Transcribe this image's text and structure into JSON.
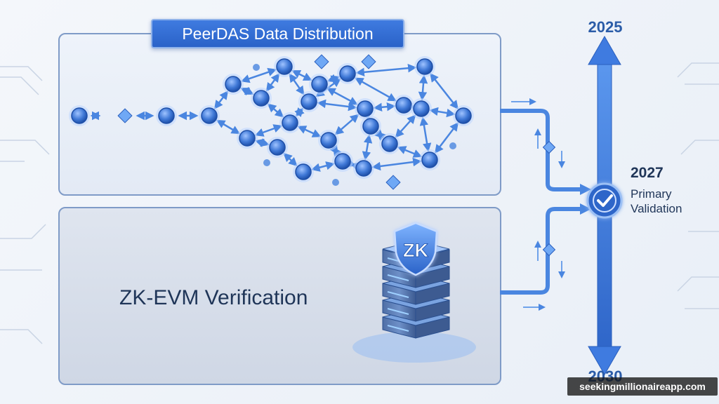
{
  "diagram": {
    "top_panel_title": "PeerDAS Data Distribution",
    "bottom_panel_title": "ZK-EVM Verification",
    "shield_text": "ZK",
    "timeline": {
      "start_year": "2025",
      "mid_year": "2027",
      "mid_label": "Primary Validation",
      "end_year": "2030"
    },
    "watermark": "seekingmillionaireapp.com",
    "colors": {
      "accent": "#2a62c8",
      "node": "#3f78d6",
      "arrow": "#4a86e0",
      "text_dark": "#1f3558"
    },
    "icons": [
      "network-node-icon",
      "data-cube-icon",
      "shield-icon",
      "server-stack-icon",
      "checkmark-icon"
    ]
  }
}
